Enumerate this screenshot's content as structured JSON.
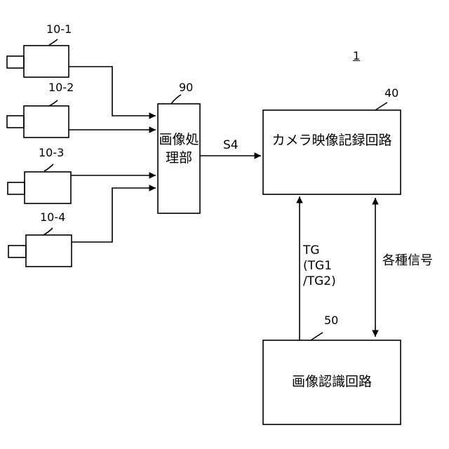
{
  "figure_ref": "1",
  "cameras": [
    {
      "label": "10-1"
    },
    {
      "label": "10-2"
    },
    {
      "label": "10-3"
    },
    {
      "label": "10-4"
    }
  ],
  "image_processor": {
    "ref": "90",
    "text": "画像処理部"
  },
  "recorder": {
    "ref": "40",
    "text": "カメラ映像記録回路"
  },
  "recognizer": {
    "ref": "50",
    "text": "画像認識回路"
  },
  "signals": {
    "s4": "S4",
    "tg": "TG\n(TG1\n/TG2)",
    "various": "各種信号"
  }
}
